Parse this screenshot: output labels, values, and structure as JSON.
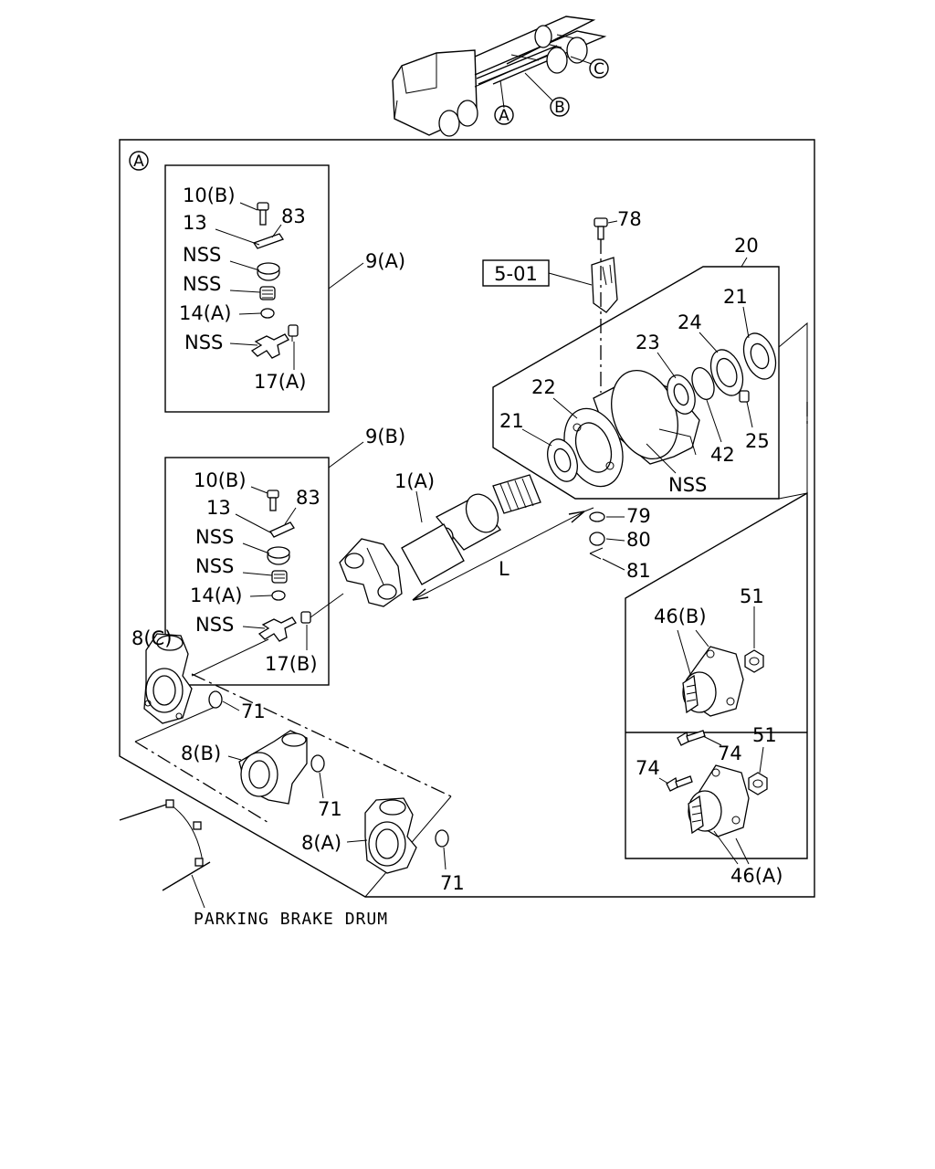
{
  "callouts": {
    "A": "A",
    "B": "B",
    "C": "C"
  },
  "labels": {
    "p10B_1": "10(B)",
    "p13_1": "13",
    "p83_1": "83",
    "nss_1": "NSS",
    "nss_2": "NSS",
    "p14A_1": "14(A)",
    "nss_3": "NSS",
    "p17A": "17(A)",
    "p9A": "9(A)",
    "p9B": "9(B)",
    "p10B_2": "10(B)",
    "p13_2": "13",
    "p83_2": "83",
    "nss_4": "NSS",
    "nss_5": "NSS",
    "p14A_2": "14(A)",
    "nss_6": "NSS",
    "p17B": "17(B)",
    "p78": "78",
    "p501": "5-01",
    "p20": "20",
    "p21_1": "21",
    "p24": "24",
    "p23": "23",
    "p22": "22",
    "p21_2": "21",
    "p25": "25",
    "p42": "42",
    "nss_7": "NSS",
    "p1A": "1(A)",
    "p79": "79",
    "p80": "80",
    "p81": "81",
    "L": "L",
    "p8C": "8(C)",
    "p71_1": "71",
    "p8B": "8(B)",
    "p71_2": "71",
    "p8A": "8(A)",
    "p71_3": "71",
    "p46B": "46(B)",
    "p51_1": "51",
    "p74_1": "74",
    "p74_2": "74",
    "p51_2": "51",
    "p46A": "46(A)",
    "parking": "PARKING BRAKE DRUM"
  }
}
